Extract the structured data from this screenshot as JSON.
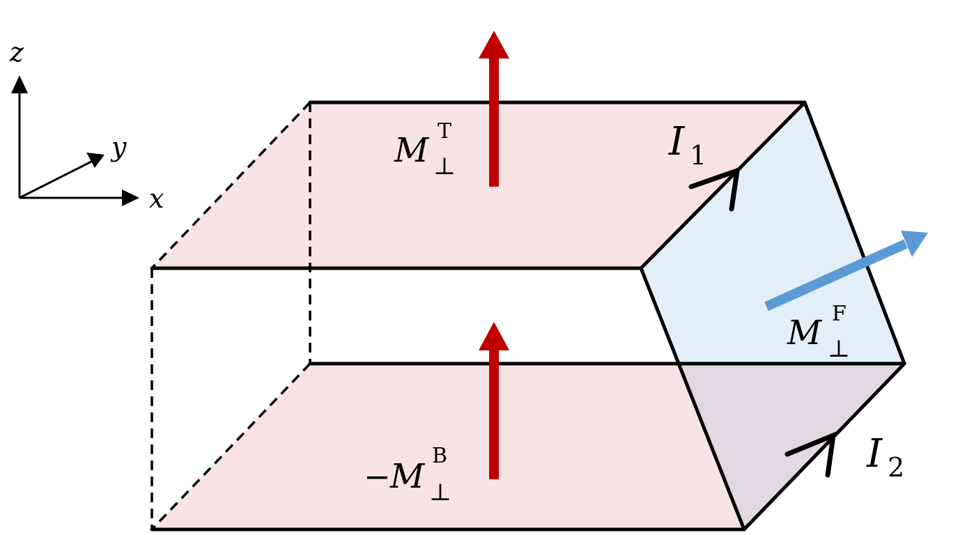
{
  "axes": {
    "z_label": "z",
    "y_label": "y",
    "x_label": "x"
  },
  "labels": {
    "top_magnetization": {
      "prefix": "",
      "symbol": "M",
      "sub": "⊥",
      "sup": "T"
    },
    "bottom_magnetization": {
      "prefix": "−",
      "symbol": "M",
      "sub": "⊥",
      "sup": "B"
    },
    "side_magnetization": {
      "prefix": "",
      "symbol": "M",
      "sub": "⊥",
      "sup": "F"
    },
    "current_1": {
      "symbol": "I",
      "sub": "1"
    },
    "current_2": {
      "symbol": "I",
      "sub": "2"
    }
  },
  "colors": {
    "top_bottom_face": "#f7e3e5",
    "side_face": "#e2eef8",
    "side_lower_face": "#e2d8e0",
    "red_arrow": "#c00000",
    "blue_arrow": "#5b9bd5",
    "edge": "#000000"
  }
}
